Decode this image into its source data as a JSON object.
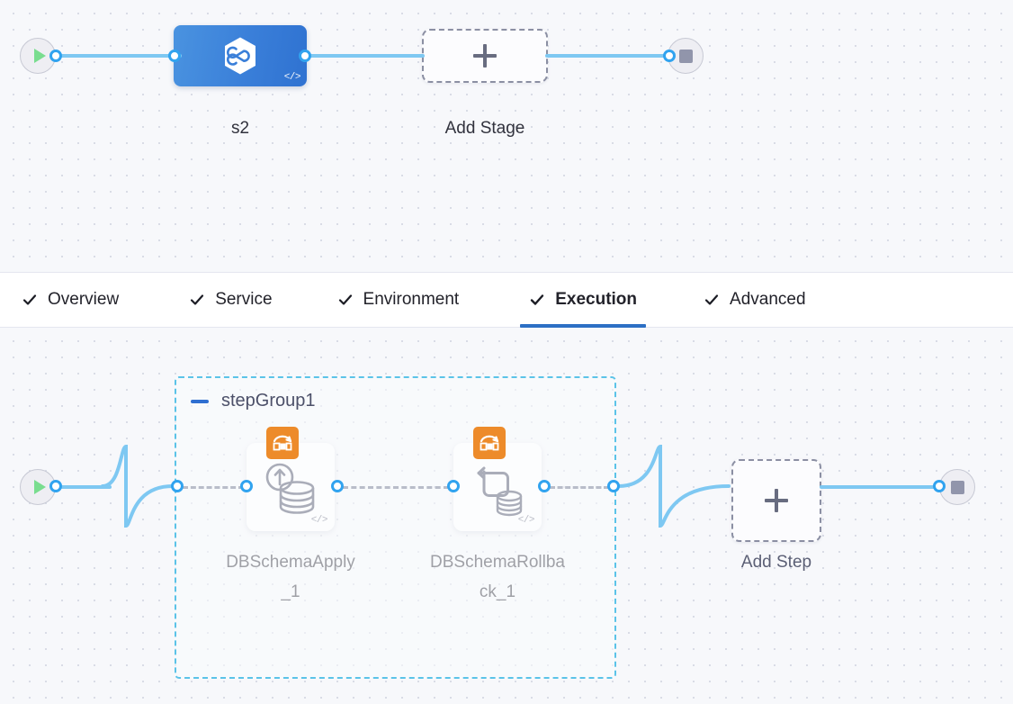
{
  "app": {
    "canvas_background": "#f7f8fb",
    "accent_blue": "#2c6fc4",
    "wire_color": "#7ec8f2",
    "port_color": "#31a3ef",
    "group_border_color": "#5bc3e8",
    "step_badge_color": "#ed8b2a"
  },
  "stage_canvas": {
    "start_node": {
      "name": "pipeline-start",
      "icon": "play-icon"
    },
    "stage": {
      "label": "s2",
      "icon": "harness-cd-hexagon-icon",
      "code_badge": "</>",
      "selected": true
    },
    "add_stage": {
      "label": "Add Stage",
      "icon": "plus-icon"
    },
    "end_node": {
      "name": "pipeline-end",
      "icon": "stop-icon"
    }
  },
  "tabs": {
    "items": [
      {
        "label": "Overview",
        "icon": "check-icon",
        "active": false
      },
      {
        "label": "Service",
        "icon": "check-icon",
        "active": false
      },
      {
        "label": "Environment",
        "icon": "check-icon",
        "active": false
      },
      {
        "label": "Execution",
        "icon": "check-icon",
        "active": true
      },
      {
        "label": "Advanced",
        "icon": "check-icon",
        "active": false
      }
    ]
  },
  "execution_canvas": {
    "start_node": {
      "name": "execution-start",
      "icon": "play-icon"
    },
    "end_node": {
      "name": "execution-end",
      "icon": "stop-icon"
    },
    "step_group": {
      "title": "stepGroup1",
      "collapse_icon": "minus-icon",
      "steps": [
        {
          "label": "DBSchemaApply_1",
          "badge_icon": "deployment-sequence-icon",
          "glyph_icon": "database-apply-up-arrow-icon",
          "code_badge": "</>"
        },
        {
          "label": "DBSchemaRollback_1",
          "badge_icon": "deployment-sequence-icon",
          "glyph_icon": "database-rollback-loop-icon",
          "code_badge": "</>"
        }
      ]
    },
    "add_step": {
      "label": "Add Step",
      "icon": "plus-icon"
    }
  }
}
